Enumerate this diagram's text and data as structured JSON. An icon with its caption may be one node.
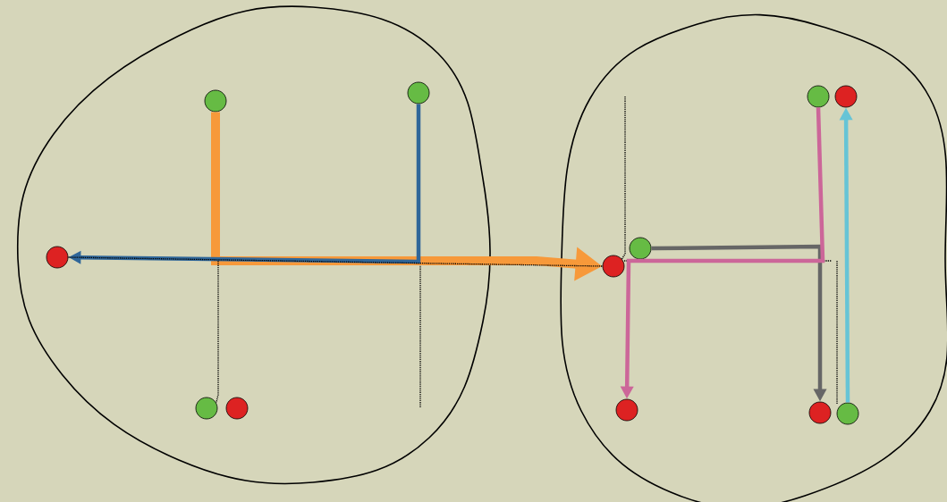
{
  "diagram": {
    "nodes": [
      {
        "text": [],
        "shape": "circle"
      },
      {
        "text": [],
        "shape": "circle",
        "in": 0
      },
      {
        "text": [],
        "shape": "circle",
        "in": 0
      },
      {
        "text": [],
        "shape": "circle",
        "in": 0
      },
      {
        "text": [],
        "shape": "circle",
        "in": 0
      },
      {
        "text": [],
        "shape": "circle",
        "in": 0
      },
      {
        "text": [],
        "shape": "circle"
      },
      {
        "text": [],
        "shape": "circle",
        "in": 6
      },
      {
        "text": [],
        "shape": "circle",
        "in": 6
      },
      {
        "text": [],
        "shape": "circle",
        "in": 6
      },
      {
        "text": [],
        "shape": "circle",
        "in": 6
      },
      {
        "text": [],
        "shape": "circle",
        "in": 6
      },
      {
        "text": [],
        "shape": "circle",
        "in": 6
      },
      {
        "text": [],
        "shape": "circle",
        "in": 6
      }
    ],
    "edges": [
      {
        "from": 1,
        "to": 10,
        "arrow": "to",
        "style": "thick",
        "color": "#f7993a"
      },
      {
        "from": 2,
        "to": 3,
        "arrow": "to",
        "color": "#2f6699"
      },
      {
        "from": 9,
        "to": 12,
        "arrow": "to",
        "color": "#666666"
      },
      {
        "from": 7,
        "to": 11,
        "arrow": "to",
        "color": "#cc6699"
      },
      {
        "from": 13,
        "to": 8,
        "arrow": "to",
        "color": "#66c4d6"
      },
      {
        "from": 3,
        "to": 10,
        "arrow": "none",
        "style": "dashed",
        "color": "#000000"
      },
      {
        "from": null,
        "to": 4,
        "arrow": "none",
        "style": "dashed",
        "color": "#000000"
      },
      {
        "from": null,
        "to": 10,
        "arrow": "none",
        "style": "dashed",
        "color": "#000000"
      }
    ]
  }
}
